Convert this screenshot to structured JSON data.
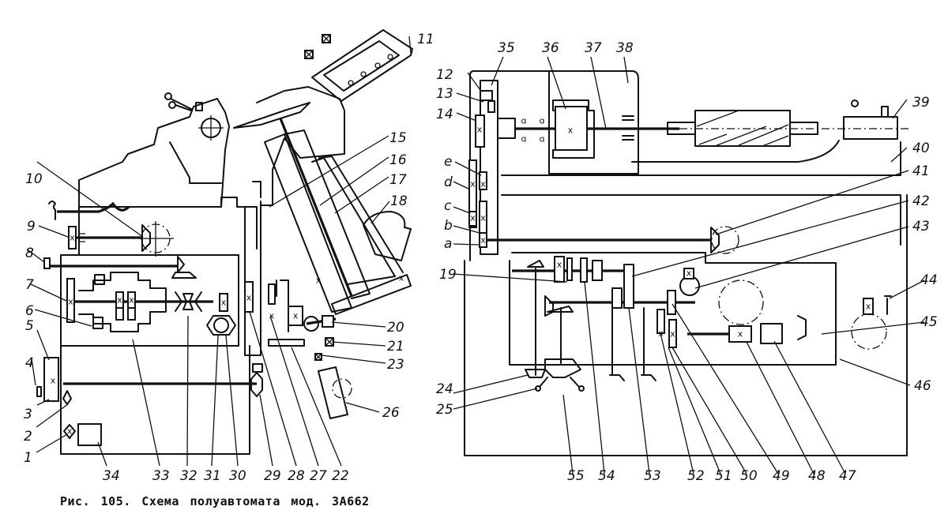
{
  "figure": {
    "caption": "Рис. 105. Схема полуавтомата мод. 3А662",
    "subject": "kinematic scheme of semi-automatic machine",
    "line_color": "#111111",
    "background": "#ffffff"
  },
  "callouts": {
    "left_view": [
      "1",
      "2",
      "3",
      "4",
      "5",
      "6",
      "7",
      "8",
      "9",
      "10",
      "22",
      "27",
      "28",
      "29",
      "30",
      "31",
      "32",
      "33",
      "34"
    ],
    "center_view": [
      "11",
      "15",
      "16",
      "17",
      "18",
      "20",
      "21",
      "23",
      "26"
    ],
    "right_view": [
      "12",
      "13",
      "14",
      "a",
      "b",
      "c",
      "d",
      "e",
      "19",
      "24",
      "25",
      "35",
      "36",
      "37",
      "38",
      "39",
      "40",
      "41",
      "42",
      "43",
      "44",
      "45",
      "46",
      "47",
      "48",
      "49",
      "50",
      "51",
      "52",
      "53",
      "54",
      "55"
    ]
  },
  "labels": {
    "n1": "1",
    "n2": "2",
    "n3": "3",
    "n4": "4",
    "n5": "5",
    "n6": "6",
    "n7": "7",
    "n8": "8",
    "n9": "9",
    "n10": "10",
    "n11": "11",
    "n12": "12",
    "n13": "13",
    "n14": "14",
    "n15": "15",
    "n16": "16",
    "n17": "17",
    "n18": "18",
    "n19": "19",
    "n20": "20",
    "n21": "21",
    "n22": "22",
    "n23": "23",
    "n24": "24",
    "n25": "25",
    "n26": "26",
    "n27": "27",
    "n28": "28",
    "n29": "29",
    "n30": "30",
    "n31": "31",
    "n32": "32",
    "n33": "33",
    "n34": "34",
    "n35": "35",
    "n36": "36",
    "n37": "37",
    "n38": "38",
    "n39": "39",
    "n40": "40",
    "n41": "41",
    "n42": "42",
    "n43": "43",
    "n44": "44",
    "n45": "45",
    "n46": "46",
    "n47": "47",
    "n48": "48",
    "n49": "49",
    "n50": "50",
    "n51": "51",
    "n52": "52",
    "n53": "53",
    "n54": "54",
    "n55": "55",
    "ga": "a",
    "gb": "b",
    "gc": "c",
    "gd": "d",
    "ge": "e"
  },
  "marks": {
    "gear_axis": "x"
  }
}
